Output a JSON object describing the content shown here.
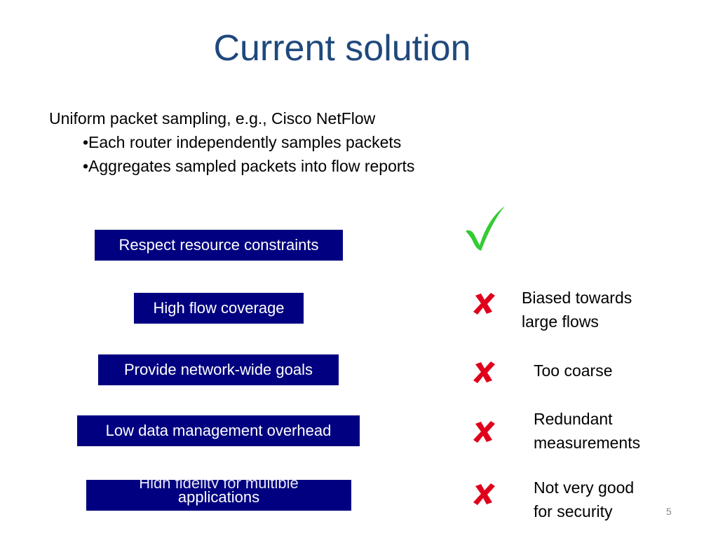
{
  "slide": {
    "title": "Current solution",
    "intro": {
      "heading": "Uniform packet sampling, e.g., Cisco NetFlow",
      "bullets": [
        "•Each router independently samples packets",
        "•Aggregates sampled packets into flow reports"
      ]
    },
    "goals": [
      {
        "label": "Respect resource constraints",
        "status": "check",
        "note": ""
      },
      {
        "label": "High flow coverage",
        "status": "cross",
        "note_lines": [
          "Biased towards",
          "large flows"
        ]
      },
      {
        "label": "Provide network-wide goals",
        "status": "cross",
        "note_lines": [
          "Too coarse"
        ]
      },
      {
        "label": "Low data management overhead",
        "status": "cross",
        "note_lines": [
          "Redundant",
          "measurements"
        ]
      },
      {
        "label_hidden": "High fidelity for multiple",
        "label": "applications",
        "status": "cross",
        "note_lines": [
          "Not very good",
          "for security"
        ]
      }
    ],
    "page_number": "5",
    "colors": {
      "title": "#1f497d",
      "goal_box": "#000080",
      "check": "#33cc33",
      "cross": "#e0001b"
    }
  }
}
